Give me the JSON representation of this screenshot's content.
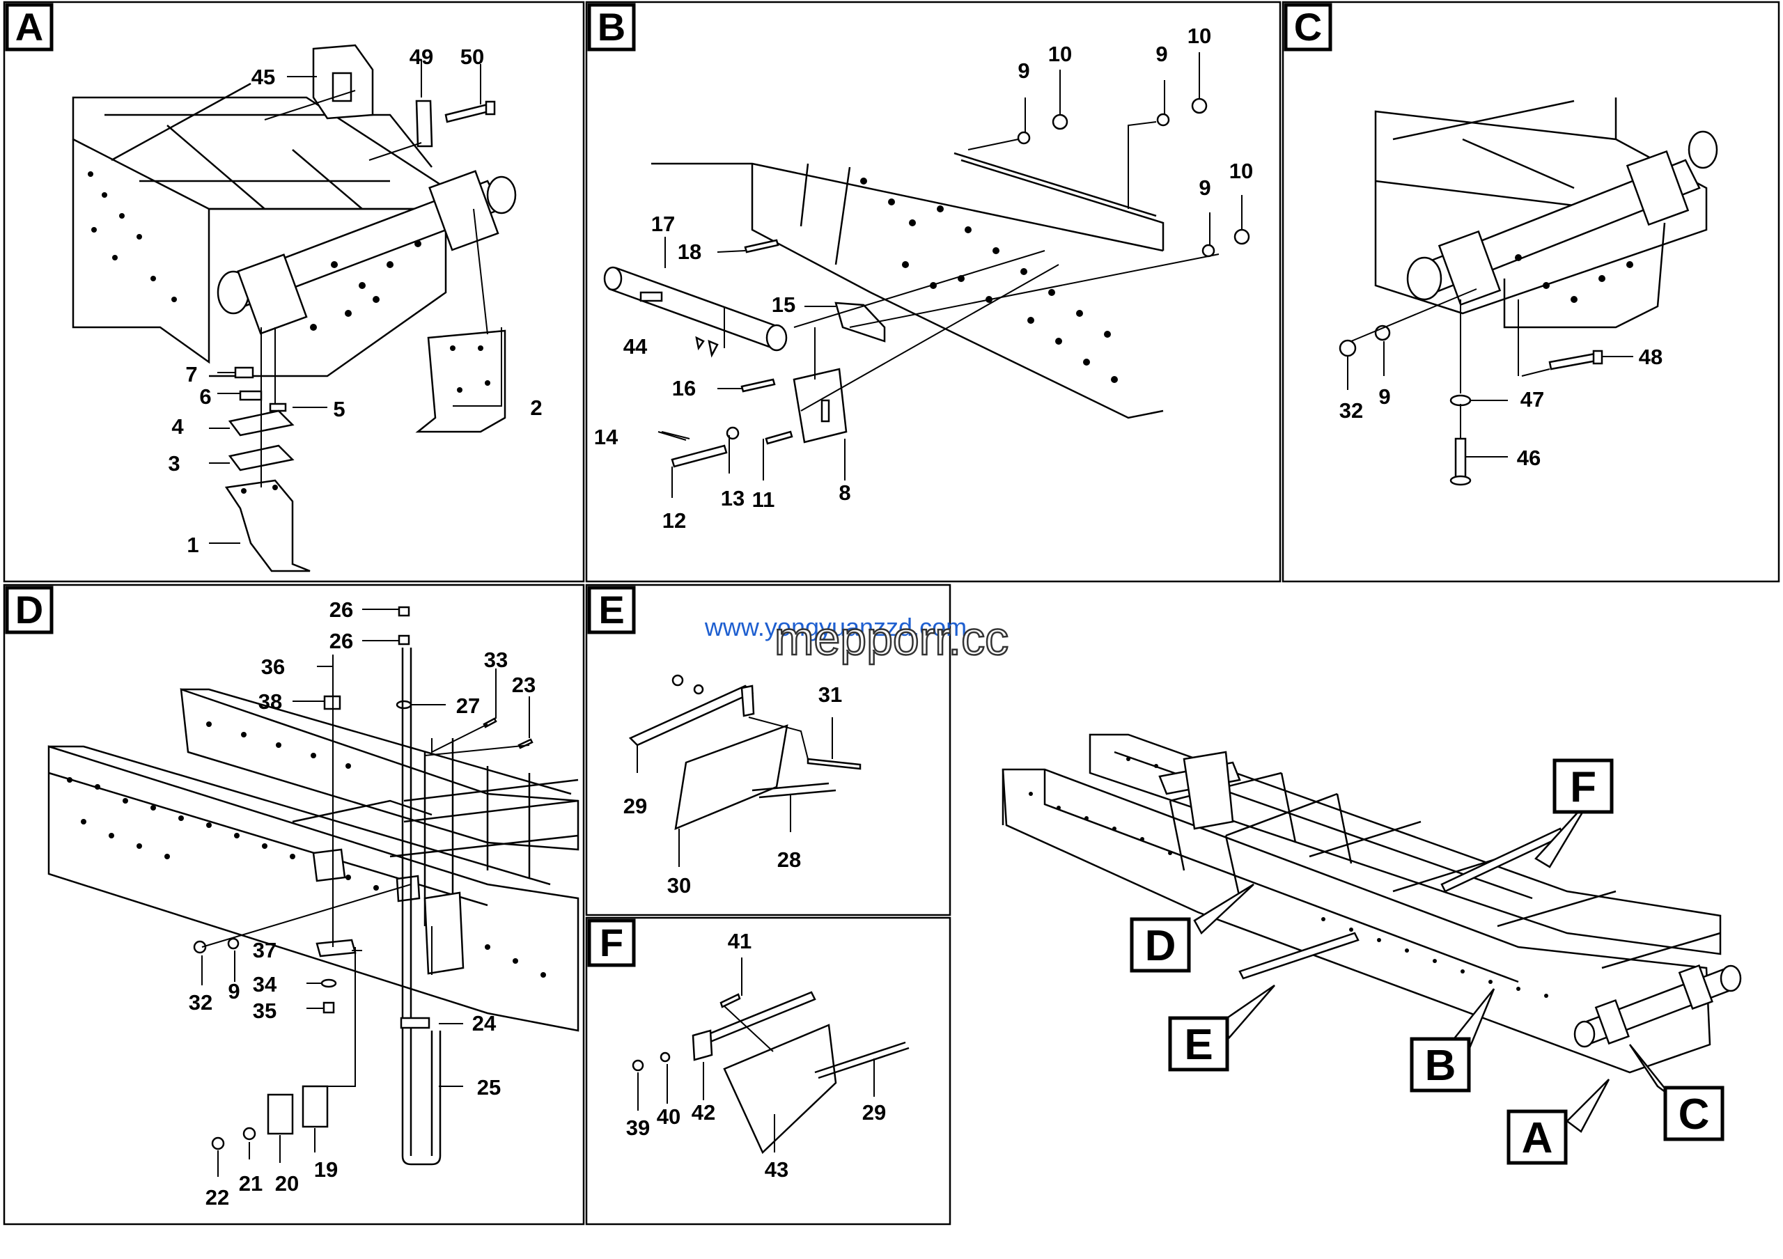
{
  "panels": {
    "A": {
      "letter": "A",
      "callouts": [
        "45",
        "49",
        "50",
        "7",
        "6",
        "5",
        "4",
        "3",
        "2",
        "1"
      ]
    },
    "B": {
      "letter": "B",
      "callouts": [
        "9",
        "10",
        "9",
        "10",
        "9",
        "10",
        "17",
        "18",
        "15",
        "44",
        "16",
        "14",
        "12",
        "13",
        "11",
        "8"
      ]
    },
    "C": {
      "letter": "C",
      "callouts": [
        "48",
        "32",
        "9",
        "47",
        "46"
      ]
    },
    "D": {
      "letter": "D",
      "callouts": [
        "26",
        "26",
        "36",
        "38",
        "33",
        "23",
        "27",
        "32",
        "9",
        "37",
        "34",
        "35",
        "24",
        "25",
        "22",
        "21",
        "20",
        "19"
      ]
    },
    "E": {
      "letter": "E",
      "callouts": [
        "31",
        "29",
        "30",
        "28"
      ]
    },
    "F": {
      "letter": "F",
      "callouts": [
        "41",
        "39",
        "40",
        "42",
        "43",
        "29"
      ]
    }
  },
  "overview_keys": [
    "F",
    "D",
    "E",
    "B",
    "A",
    "C"
  ],
  "watermark": {
    "url": "www.yongyuanzzd.com",
    "text": "mepporr.cc"
  },
  "colors": {
    "line": "#000000",
    "background": "#ffffff",
    "watermark_blue": "#1e5fd0"
  }
}
